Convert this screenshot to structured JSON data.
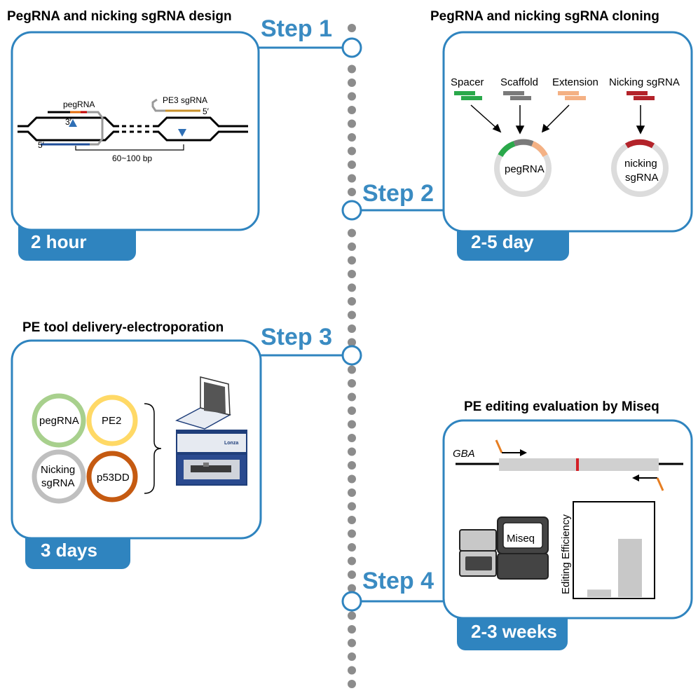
{
  "colors": {
    "accent": "#2f84bf",
    "spacer": "#2aa84a",
    "scaffold": "#7a7a7a",
    "extension": "#f4b184",
    "nicking": "#b3232a",
    "pegrna_ring": "#a8d08d",
    "pe2_ring": "#ffd966",
    "nicking_ring": "#bfbfbf",
    "p53dd_ring": "#c55a11"
  },
  "timeline": {
    "steps": [
      {
        "label": "Step 1",
        "title": "PegRNA and nicking sgRNA design",
        "duration": "2 hour"
      },
      {
        "label": "Step 2",
        "title": "PegRNA and nicking sgRNA cloning",
        "duration": "2-5 day"
      },
      {
        "label": "Step 3",
        "title": "PE tool delivery-electroporation",
        "duration": "3 days"
      },
      {
        "label": "Step 4",
        "title": "PE editing evaluation by Miseq",
        "duration": "2-3 weeks"
      }
    ]
  },
  "design": {
    "pegrna": "pegRNA",
    "pe3": "PE3 sgRNA",
    "three_prime": "3′",
    "five_prime_left": "5′",
    "five_prime_right": "5′",
    "distance": "60~100 bp"
  },
  "cloning": {
    "parts": [
      "Spacer",
      "Scaffold",
      "Extension",
      "Nicking sgRNA"
    ],
    "plasmid_pegrna": "pegRNA",
    "plasmid_nicking_1": "nicking",
    "plasmid_nicking_2": "sgRNA"
  },
  "delivery": {
    "plasmids": [
      "pegRNA",
      "PE2",
      "Nicking",
      "sgRNA",
      "p53DD"
    ],
    "device_brand": "Lonza"
  },
  "evaluation": {
    "gene": "GBA",
    "sequencer": "Miseq",
    "ylabel": "Editing Efficiency"
  },
  "chart_data": {
    "type": "bar",
    "categories": [
      "",
      ""
    ],
    "values": [
      0.08,
      0.62
    ],
    "ylabel": "Editing Efficiency",
    "ylim": [
      0,
      1
    ],
    "grid": false
  }
}
